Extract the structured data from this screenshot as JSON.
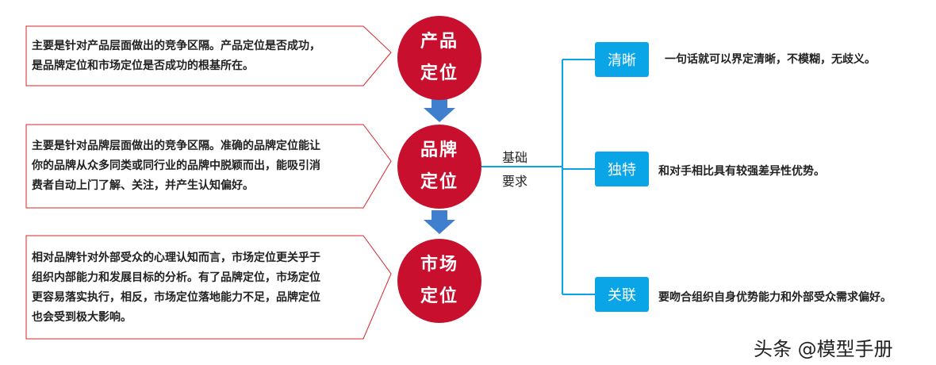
{
  "levels": [
    {
      "title_line1": "产品",
      "title_line2": "定位",
      "desc_lines": [
        "主要是针对产品层面做出的竞争区隔。产品定位是否成功，",
        "是品牌定位和市场定位是否成功的根基所在。"
      ]
    },
    {
      "title_line1": "品牌",
      "title_line2": "定位",
      "desc_lines": [
        "主要是针对品牌层面做出的竞争区隔。准确的品牌定位能让",
        "你的品牌从众多同类或同行业的品牌中脱颖而出，能吸引消",
        "费者自动上门了解、关注，并产生认知偏好。"
      ]
    },
    {
      "title_line1": "市场",
      "title_line2": "定位",
      "desc_lines": [
        "相对品牌针对外部受众的心理认知而言，市场定位更关乎于",
        "组织内部能力和发展目标的分析。有了品牌定位，市场定位",
        "更容易落实执行，相反，市场定位落地能力不足，品牌定位",
        "也会受到极大影响。"
      ]
    }
  ],
  "basic_req": {
    "line1": "基础",
    "line2": "要求"
  },
  "requirements": [
    {
      "label": "清晰",
      "text": "一句话就可以界定清晰，不模糊，无歧义。"
    },
    {
      "label": "独特",
      "text": "和对手相比具有较强差异性优势。"
    },
    {
      "label": "关联",
      "text": "要吻合组织自身优势能力和外部受众需求偏好。"
    }
  ],
  "watermark": "头条 @模型手册",
  "colors": {
    "circle": "#c8102e",
    "arrow": "#3f7fce",
    "req_box": "#0aa5e6",
    "callout_border": "#d9262b",
    "connector": "#0aa5e6"
  }
}
